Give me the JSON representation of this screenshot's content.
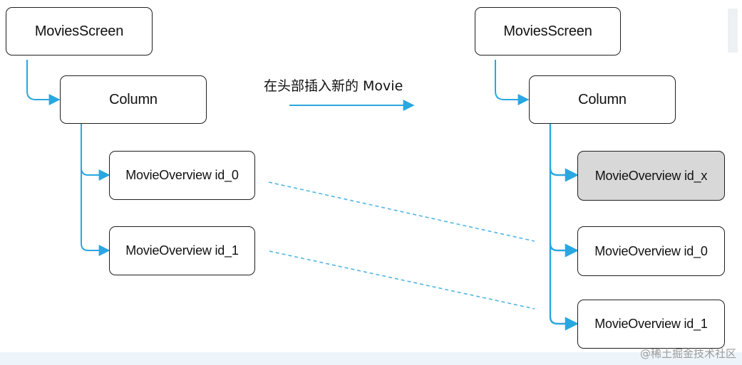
{
  "diagram": {
    "left": {
      "screen": "MoviesScreen",
      "column": "Column",
      "items": [
        "MovieOverview id_0",
        "MovieOverview id_1"
      ]
    },
    "transition_label": "在头部插入新的 Movie",
    "right": {
      "screen": "MoviesScreen",
      "column": "Column",
      "items": [
        "MovieOverview id_x",
        "MovieOverview id_0",
        "MovieOverview id_1"
      ]
    },
    "watermark": "@稀土掘金技术社区"
  },
  "colors": {
    "connector": "#29a7e0",
    "dashed": "#4fb6e3",
    "new_node_fill": "#d8d8d8"
  }
}
